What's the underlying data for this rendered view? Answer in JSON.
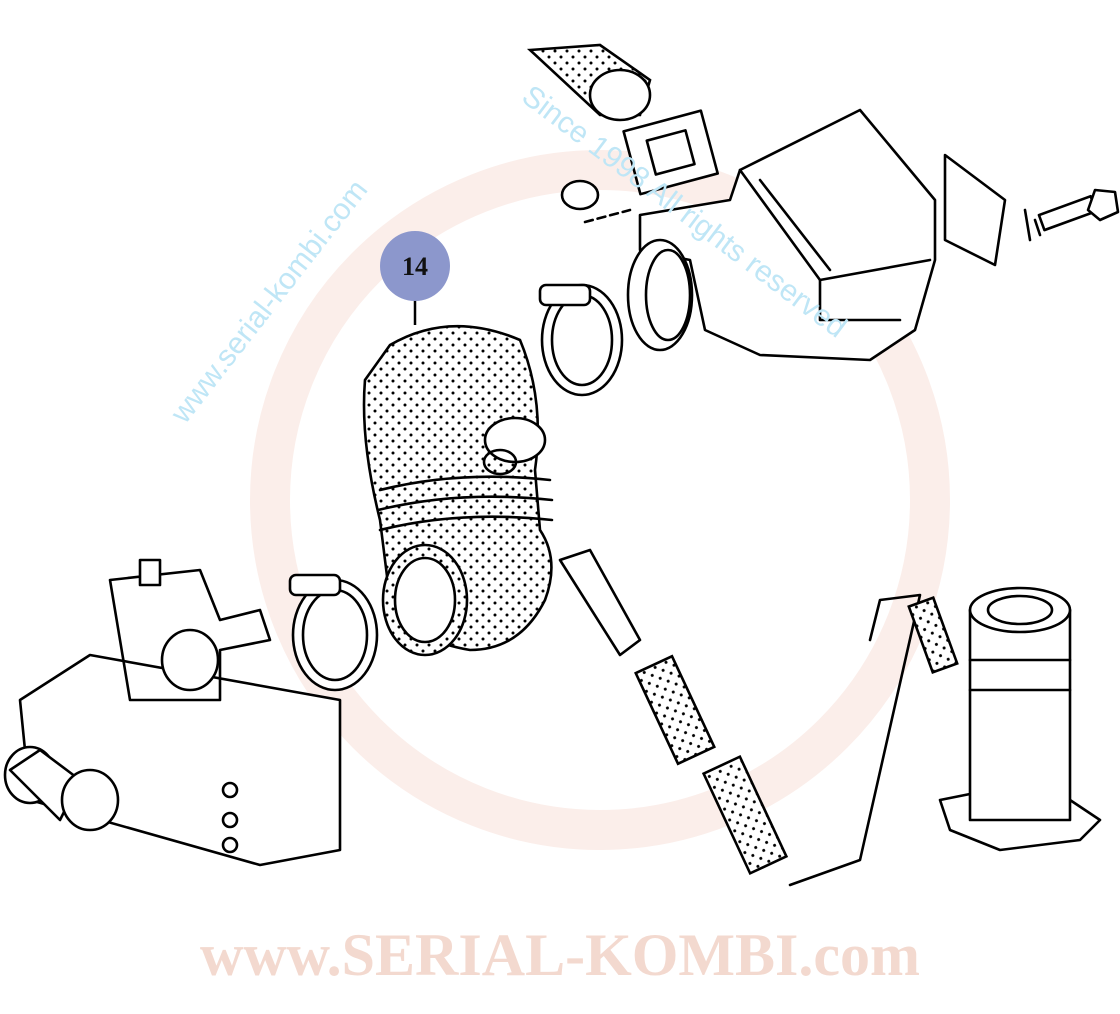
{
  "diagram": {
    "callouts": [
      {
        "id": "14",
        "label": "14"
      }
    ]
  },
  "watermark": {
    "url_text": "www.serial-kombi.com",
    "brand_text": "www.SERIAL-KOMBI.com",
    "rights_text": "Since 1998 All rights reserved"
  },
  "colors": {
    "callout": "#8c97cc",
    "watermark_blue": "#bfe6f6",
    "watermark_red": "#f6e3dc"
  }
}
